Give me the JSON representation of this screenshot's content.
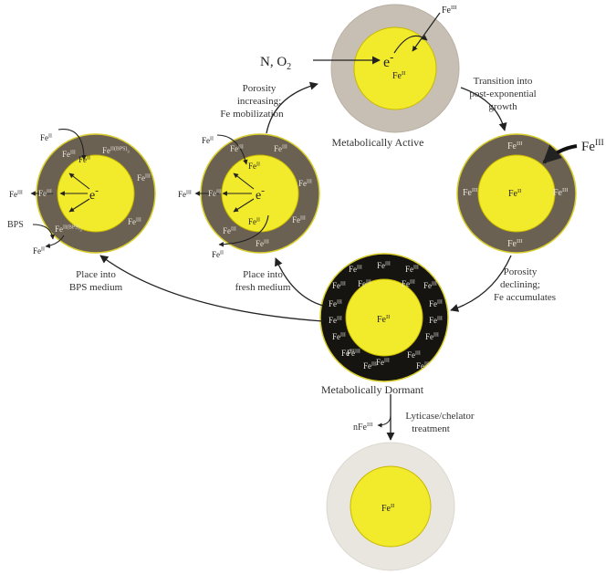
{
  "symbols": {
    "fe": "Fe",
    "ii": "II",
    "iii": "III",
    "bps_sub": "(BPS)",
    "bps_sub_n": "3",
    "e": "e",
    "minus": "-",
    "n_o2": "N, O",
    "o2_sub": "2",
    "n_prefix": "n"
  },
  "labels": {
    "metabolically_active": "Metabolically Active",
    "metabolically_dormant": "Metabolically Dormant",
    "transition_1": "Transition into",
    "transition_2": "post-exponential",
    "transition_3": "growth",
    "porosity_inc_1": "Porosity",
    "porosity_inc_2": "increasing;",
    "porosity_inc_3": "Fe mobilization",
    "porosity_dec_1": "Porosity",
    "porosity_dec_2": "declining;",
    "porosity_dec_3": "Fe accumulates",
    "place_fresh_1": "Place into",
    "place_fresh_2": "fresh medium",
    "place_bps_1": "Place into",
    "place_bps_2": "BPS medium",
    "lyticase_1": "Lyticase/chelator",
    "lyticase_2": "treatment",
    "bps": "BPS"
  },
  "colors": {
    "yellow": "#f2eb2c",
    "yellow_stroke": "#c8b800",
    "shell_active": "#c7bfb4",
    "shell_brown": "#6b6152",
    "shell_dark": "#151410",
    "shell_light": "#e9e6e0",
    "arrow": "#222222"
  }
}
